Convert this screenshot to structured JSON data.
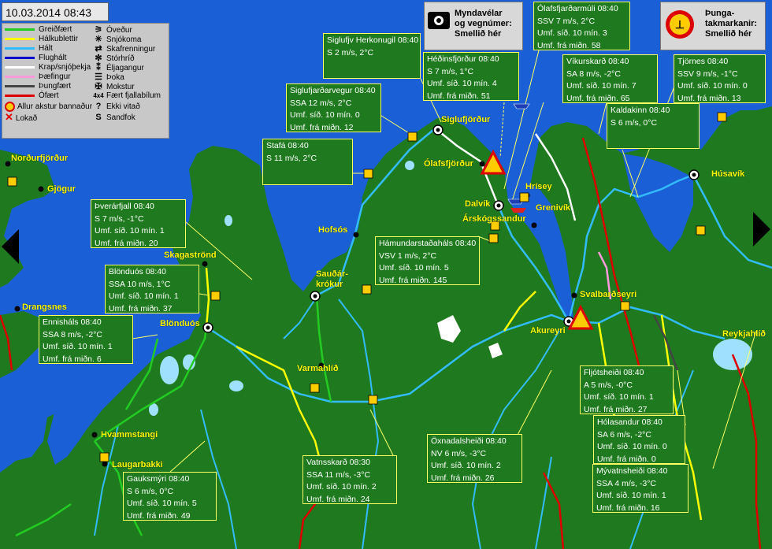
{
  "datetime": "10.03.2014 08:43",
  "legend": {
    "lines": [
      {
        "label": "Greiðfært",
        "color": "#22cc22"
      },
      {
        "label": "Hálkublettir",
        "color": "#ffff00"
      },
      {
        "label": "Hált",
        "color": "#33bbff"
      },
      {
        "label": "Flughált",
        "color": "#0000cc"
      },
      {
        "label": "Krap/snjóþekja",
        "color": "#ffffff"
      },
      {
        "label": "Þæfingur",
        "color": "#ff99dd"
      },
      {
        "label": "Þungfært",
        "color": "#444444"
      },
      {
        "label": "Ófært",
        "color": "#dd0000"
      }
    ],
    "symbols": [
      {
        "label": "Óveður",
        "glyph": "⚞",
        "icon": "storm-icon"
      },
      {
        "label": "Snjókoma",
        "glyph": "✳",
        "icon": "snowfall-icon"
      },
      {
        "label": "Skafrenningur",
        "glyph": "⇄",
        "icon": "drifting-snow-icon"
      },
      {
        "label": "Stórhríð",
        "glyph": "✻",
        "icon": "blizzard-icon"
      },
      {
        "label": "Éljagangur",
        "glyph": "⁑",
        "icon": "snow-showers-icon"
      },
      {
        "label": "Þoka",
        "glyph": "☰",
        "icon": "fog-icon"
      },
      {
        "label": "Mokstur",
        "glyph": "✠",
        "icon": "snow-clearing-icon"
      },
      {
        "label": "Fært fjallabílum",
        "glyph": "4x4",
        "icon": "four-by-four-icon"
      },
      {
        "label": "Ekki vitað",
        "glyph": "?",
        "icon": "unknown-icon"
      },
      {
        "label": "Sandfok",
        "glyph": "S",
        "icon": "sandstorm-icon"
      }
    ],
    "extra": [
      {
        "label": "Allur akstur bannaður",
        "icon": "no-driving-icon"
      },
      {
        "label": "Lokað",
        "icon": "closed-icon"
      }
    ]
  },
  "camera_button": {
    "line1": "Myndavélar",
    "line2": "og vegnúmer:",
    "line3": "Smellið hér"
  },
  "weight_button": {
    "line1": "Þunga-",
    "line2": "takmarkanir:",
    "line3": "Smellið hér"
  },
  "stations": [
    {
      "id": "siglufjv-herkonugil",
      "l1": "Siglufjv Herkonugil 08:40",
      "l2": "S 2 m/s, 2°C"
    },
    {
      "id": "olafsfjardarmuli",
      "l1": "Ólafsfjarðarmúli 08:40",
      "l2": "SSV 7 m/s, 2°C",
      "l3": "Umf. síð. 10 mín. 3",
      "l4": "Umf. frá miðn. 58"
    },
    {
      "id": "hedinsfjordur",
      "l1": "Héðinsfjörður 08:40",
      "l2": "S 7 m/s, 1°C",
      "l3": "Umf. síð. 10 mín. 4",
      "l4": "Umf. frá miðn. 51"
    },
    {
      "id": "vikurskard",
      "l1": "Víkurskarð 08:40",
      "l2": "SA 8 m/s, -2°C",
      "l3": "Umf. síð. 10 mín. 7",
      "l4": "Umf. frá miðn. 65"
    },
    {
      "id": "tjornes",
      "l1": "Tjörnes 08:40",
      "l2": "SSV 9 m/s, -1°C",
      "l3": "Umf. síð. 10 mín. 0",
      "l4": "Umf. frá miðn. 13"
    },
    {
      "id": "siglufjardarvegur",
      "l1": "Siglufjarðarvegur 08:40",
      "l2": "SSA 12 m/s, 2°C",
      "l3": "Umf. síð. 10 mín. 0",
      "l4": "Umf. frá miðn. 12"
    },
    {
      "id": "kaldakinn",
      "l1": "Kaldakinn 08:40",
      "l2": "S 6 m/s, 0°C"
    },
    {
      "id": "stafa",
      "l1": "Stafá 08:40",
      "l2": "S 11 m/s, 2°C"
    },
    {
      "id": "thverarfjall",
      "l1": "Þverárfjall 08:40",
      "l2": "S 7 m/s, -1°C",
      "l3": "Umf. síð. 10 mín. 1",
      "l4": "Umf. frá miðn. 20"
    },
    {
      "id": "hamundarstadahals",
      "l1": "Hámundarstaðaháls 08:40",
      "l2": "VSV 1 m/s, 2°C",
      "l3": "Umf. síð. 10 mín. 5",
      "l4": "Umf. frá miðn. 145"
    },
    {
      "id": "blonduos",
      "l1": "Blönduós 08:40",
      "l2": "SSA 10 m/s, 1°C",
      "l3": "Umf. síð. 10 mín. 1",
      "l4": "Umf. frá miðn. 37"
    },
    {
      "id": "ennishals",
      "l1": "Ennisháls 08:40",
      "l2": "SSA 8 m/s, -2°C",
      "l3": "Umf. síð. 10 mín. 1",
      "l4": "Umf. frá miðn. 6"
    },
    {
      "id": "fljotsheidi",
      "l1": "Fljótsheiði 08:40",
      "l2": "A 5 m/s, -0°C",
      "l3": "Umf. síð. 10 mín. 1",
      "l4": "Umf. frá miðn. 27"
    },
    {
      "id": "holasandur",
      "l1": "Hólasandur 08:40",
      "l2": "SA 6 m/s, -2°C",
      "l3": "Umf. síð. 10 mín. 0",
      "l4": "Umf. frá miðn. 0"
    },
    {
      "id": "oxnadalsheidi",
      "l1": "Öxnadalsheiði 08:40",
      "l2": "NV 6 m/s, -3°C",
      "l3": "Umf. síð. 10 mín. 2",
      "l4": "Umf. frá miðn. 26"
    },
    {
      "id": "myvatnsheidi",
      "l1": "Mývatnsheiði 08:40",
      "l2": "SSA 4 m/s, -3°C",
      "l3": "Umf. síð. 10 mín. 1",
      "l4": "Umf. frá miðn. 16"
    },
    {
      "id": "vatnsskard",
      "l1": "Vatnsskarð 08:30",
      "l2": "SSA 11 m/s, -3°C",
      "l3": "Umf. síð. 10 mín. 2",
      "l4": "Umf. frá miðn. 24"
    },
    {
      "id": "gauksmyri",
      "l1": "Gauksmýri 08:40",
      "l2": "S 6 m/s, 0°C",
      "l3": "Umf. síð. 10 mín. 5",
      "l4": "Umf. frá miðn. 49"
    }
  ],
  "towns": {
    "nordurfjordur": "Norðurfjörður",
    "gjogur": "Gjögur",
    "drangsnes": "Drangsnes",
    "hvammstangi": "Hvammstangi",
    "laugarbakki": "Laugarbakki",
    "skagastrond": "Skagaströnd",
    "blonduos": "Blönduós",
    "saudarkrokur1": "Sauðár-",
    "saudarkrokur2": "krókur",
    "hofsos": "Hofsós",
    "varmahlid": "Varmahlíð",
    "siglufjordur": "Siglufjörður",
    "olafsfjordur": "Ólafsfjörður",
    "dalvik": "Dalvík",
    "hrisey": "Hrísey",
    "arskogssandur": "Árskógssandur",
    "grenivik": "Grenivík",
    "svalbardseyri": "Svalbarðseyri",
    "akureyri": "Akureyri",
    "husavik": "Húsavík",
    "reykjahlid": "Reykjahlíð"
  }
}
